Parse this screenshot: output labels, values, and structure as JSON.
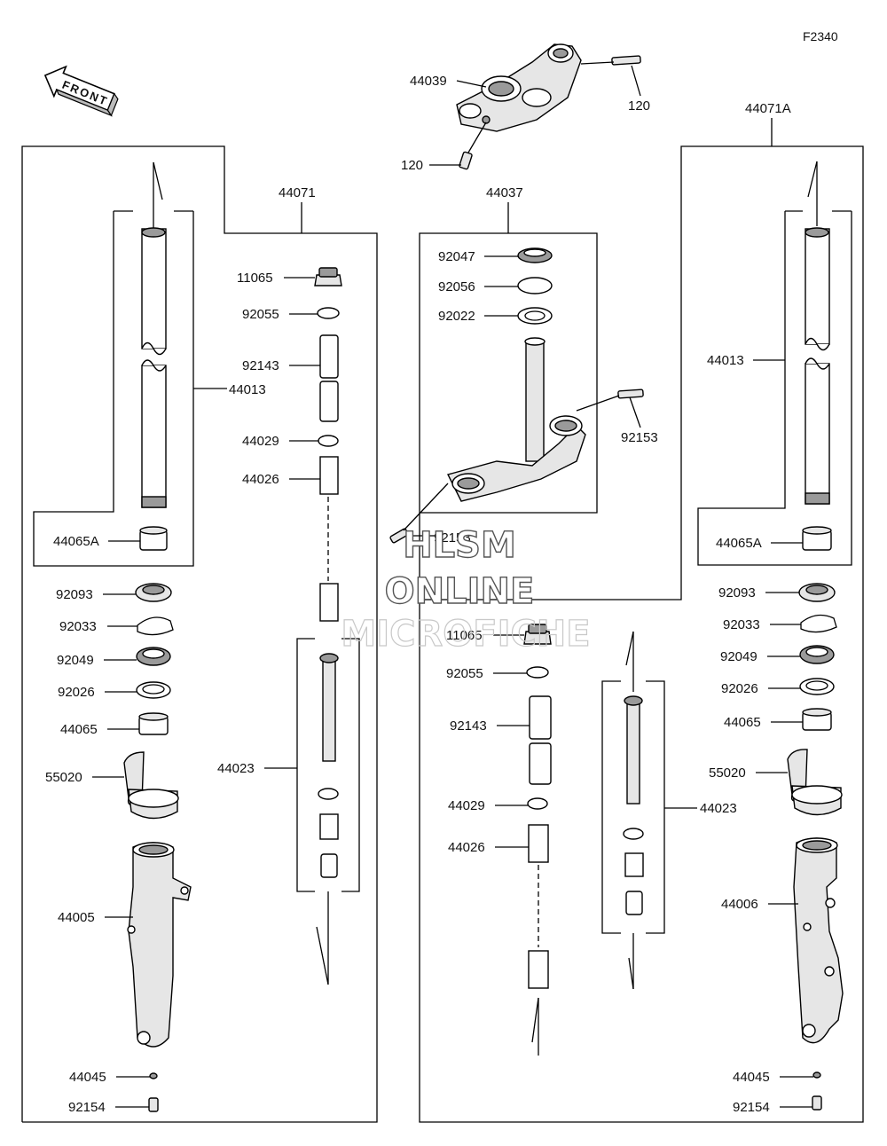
{
  "figure_code": "F2340",
  "front_arrow_label": "FRONT",
  "watermark": [
    "HLSM",
    "ONLINE",
    "MICROFICHE"
  ],
  "labels": {
    "p44039": "44039",
    "p120a": "120",
    "p120b": "120",
    "p44071A": "44071A",
    "p44071": "44071",
    "p44037": "44037",
    "p11065L": "11065",
    "p92055L": "92055",
    "p92143L": "92143",
    "p44013L": "44013",
    "p44029L": "44029",
    "p44026L": "44026",
    "p44065AL": "44065A",
    "p92093L": "92093",
    "p92033L": "92033",
    "p92049L": "92049",
    "p92026L": "92026",
    "p44065L": "44065",
    "p55020L": "55020",
    "p44023L": "44023",
    "p44005": "44005",
    "p44045L": "44045",
    "p92154L": "92154",
    "p92047": "92047",
    "p92056": "92056",
    "p92022": "92022",
    "p92153a": "92153",
    "p92153b": "92153",
    "p11065R": "11065",
    "p92055R": "92055",
    "p92143R": "92143",
    "p44029R": "44029",
    "p44026R": "44026",
    "p44023R": "44023",
    "p44013R": "44013",
    "p44065AR": "44065A",
    "p92093R": "92093",
    "p92033R": "92033",
    "p92049R": "92049",
    "p92026R": "92026",
    "p44065R": "44065",
    "p55020R": "55020",
    "p44006": "44006",
    "p44045R": "44045",
    "p92154R": "92154"
  }
}
